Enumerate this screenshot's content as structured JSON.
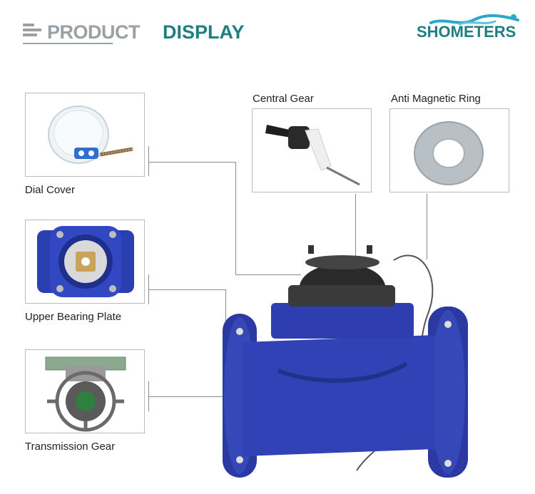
{
  "header": {
    "word_product": "PRODUCT",
    "word_display": "DISPLAY",
    "brand": "SHOMETERS"
  },
  "colors": {
    "accent": "#1f7f7f",
    "muted": "#9aa1a6",
    "meter_blue": "#2b3aa3"
  },
  "parts": {
    "dial_cover": "Dial Cover",
    "upper_bearing_plate": "Upper Bearing Plate",
    "transmission_gear": "Transmission Gear",
    "central_gear": "Central Gear",
    "anti_magnetic_ring": "Anti Magnetic Ring"
  }
}
